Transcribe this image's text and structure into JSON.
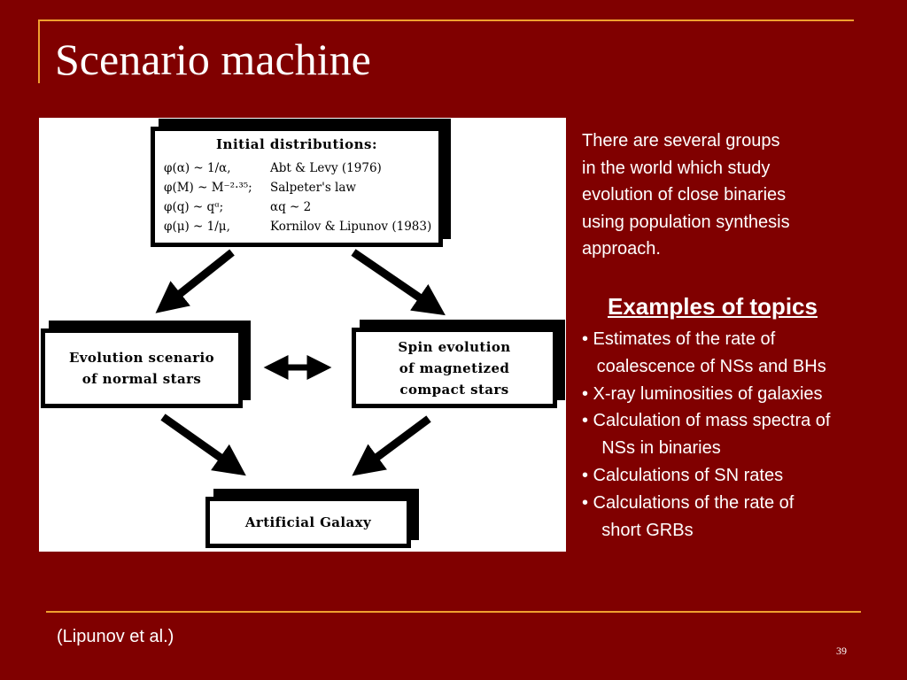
{
  "slide": {
    "title": "Scenario machine",
    "page_number": "39",
    "citation": "(Lipunov et al.)"
  },
  "diagram": {
    "initial": {
      "heading": "Initial distributions:",
      "rows": [
        {
          "formula": "φ(α)  ~ 1/α,",
          "ref": "Abt & Levy (1976)"
        },
        {
          "formula": "φ(M) ~ M⁻²·³⁵;",
          "ref": "Salpeter's  law"
        },
        {
          "formula": "φ(q)   ~ qᵅ;",
          "ref": "αq ~ 2"
        },
        {
          "formula": "φ(μ)   ~ 1/μ,",
          "ref": "Kornilov & Lipunov (1983)"
        }
      ]
    },
    "evolution": {
      "line1": "Evolution scenario",
      "line2": "of normal stars"
    },
    "spin": {
      "line1": "Spin evolution",
      "line2": "of magnetized",
      "line3": "compact stars"
    },
    "galaxy": {
      "label": "Artificial Galaxy"
    }
  },
  "text": {
    "intro": "There are several groups\nin the world which study\nevolution of close binaries\nusing population synthesis\napproach.",
    "heading": "Examples of topics",
    "bullets": [
      "• Estimates of the rate of",
      "   coalescence of NSs and BHs",
      "• X-ray luminosities of galaxies",
      "• Calculation of mass spectra of",
      "    NSs in binaries",
      "• Calculations of SN rates",
      "• Calculations of the rate of",
      "    short GRBs"
    ]
  },
  "colors": {
    "background": "#800000",
    "accent_line": "#f0a030",
    "text": "#ffffff"
  }
}
